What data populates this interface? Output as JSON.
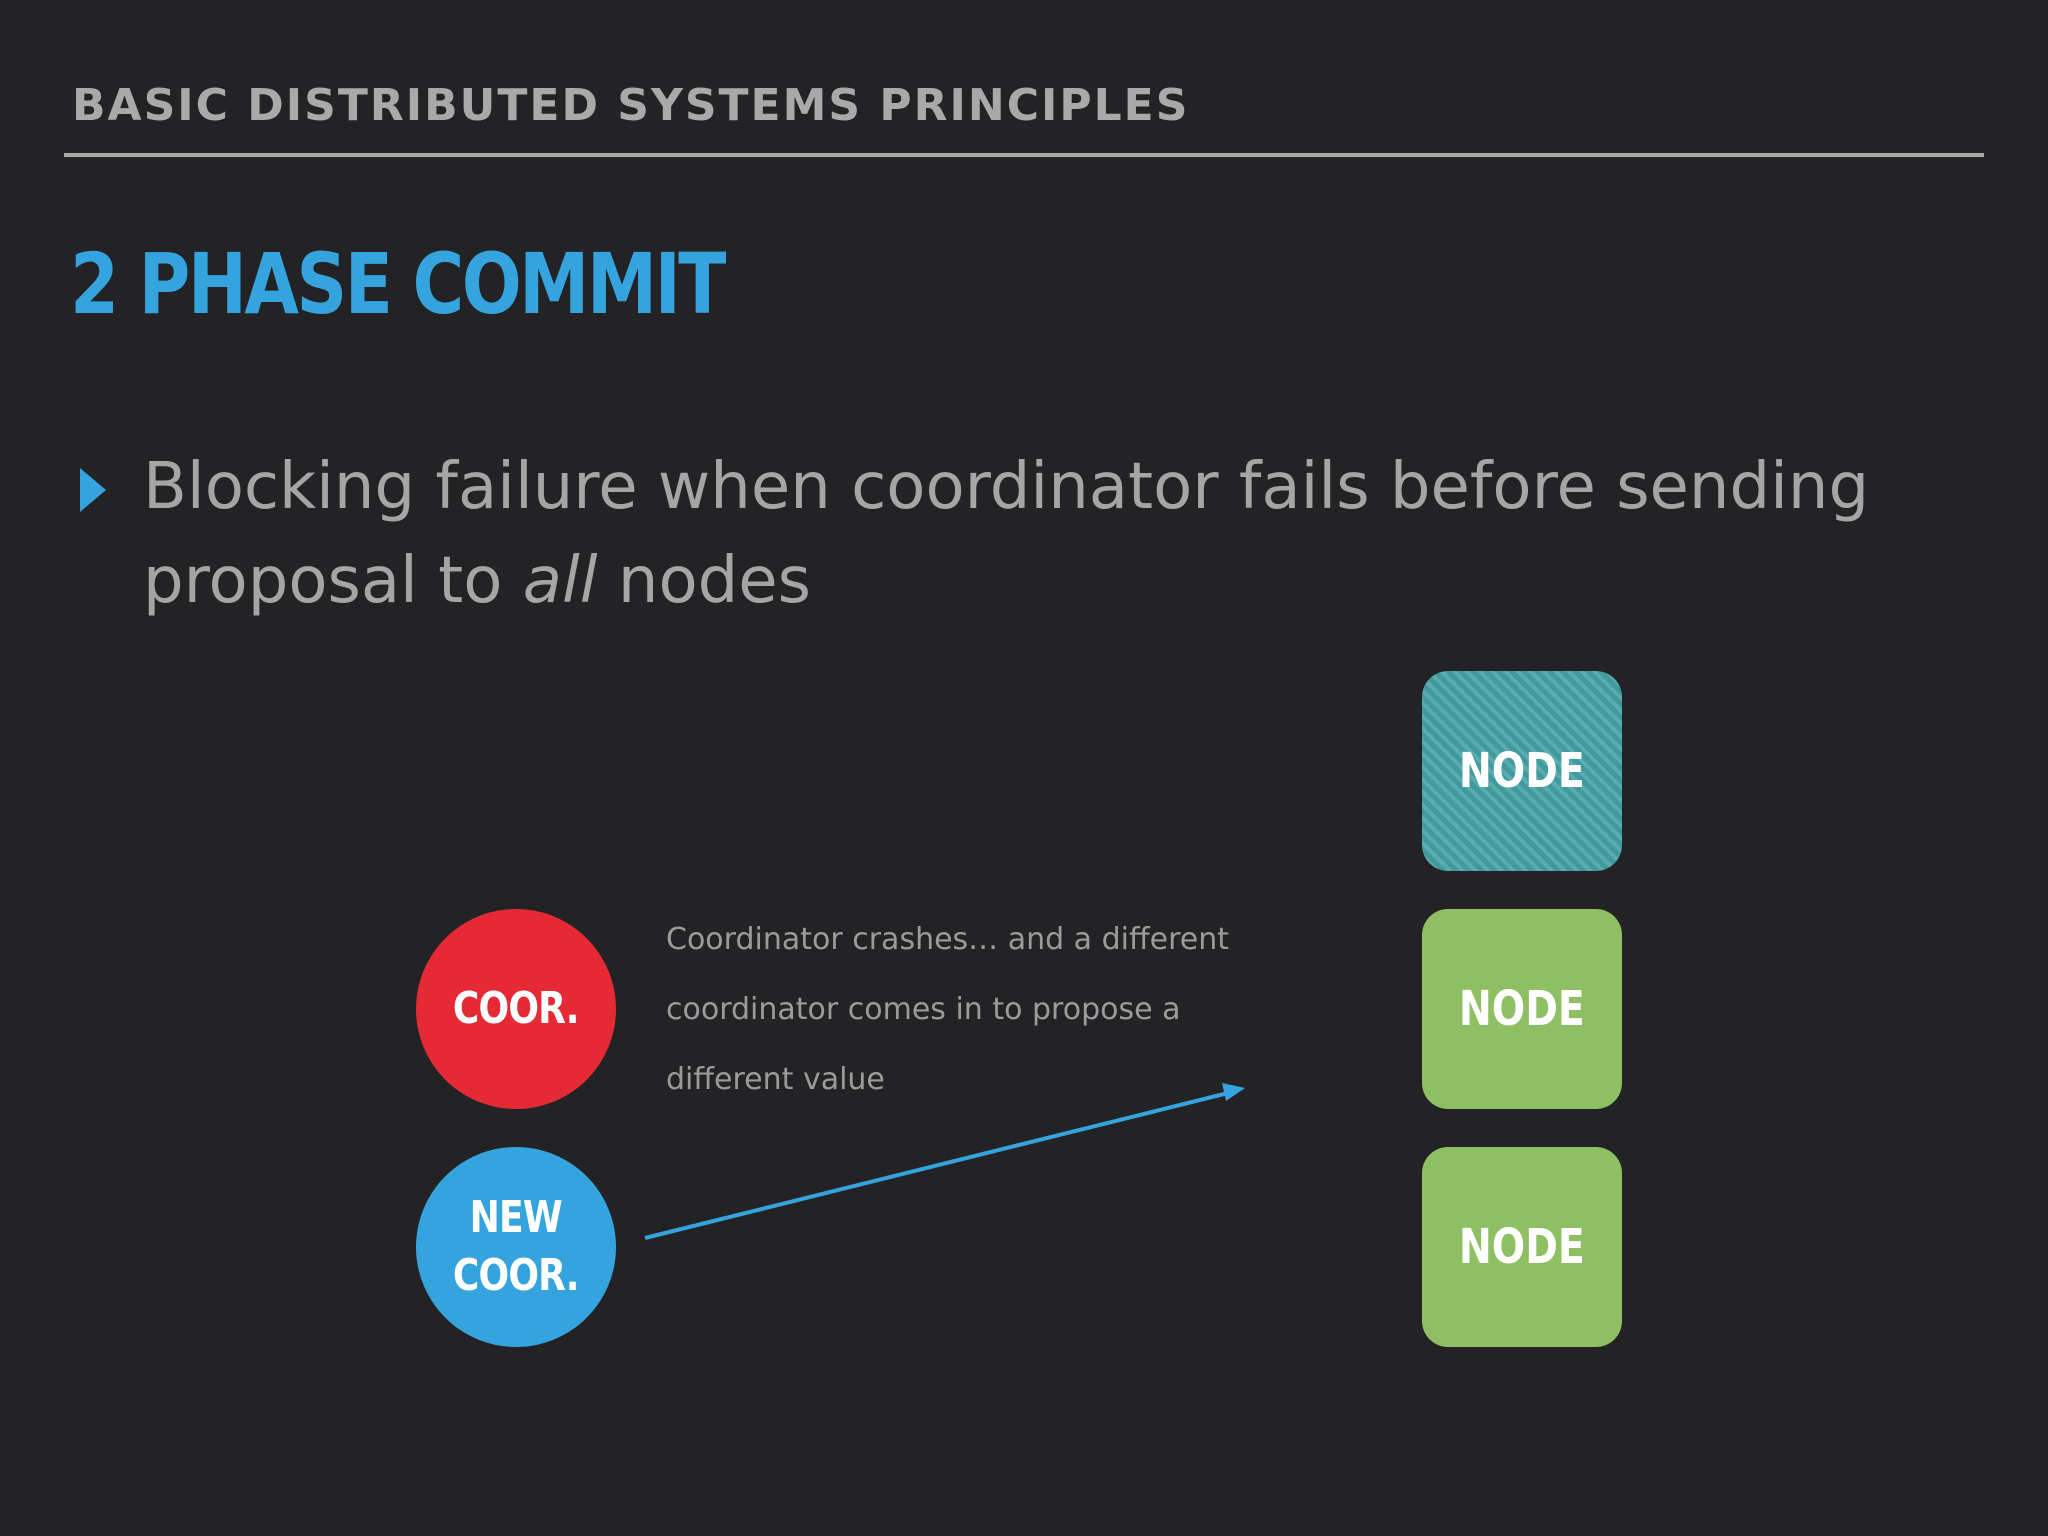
{
  "header": {
    "text": "BASIC DISTRIBUTED SYSTEMS PRINCIPLES"
  },
  "title": {
    "text": "2 PHASE COMMIT"
  },
  "bullet": {
    "line1": "Blocking failure when coordinator fails before sending",
    "line2_before": "proposal to ",
    "line2_emphasis": "all",
    "line2_after": " nodes"
  },
  "diagram": {
    "coordinator_label": "COOR.",
    "new_coordinator_line1": "NEW",
    "new_coordinator_line2": "COOR.",
    "nodes": [
      {
        "label": "NODE",
        "state": "hatched"
      },
      {
        "label": "NODE",
        "state": "normal"
      },
      {
        "label": "NODE",
        "state": "normal"
      }
    ],
    "annotation_lines": [
      "Coordinator crashes… and a different",
      "coordinator comes in to propose a",
      "different value"
    ],
    "colors": {
      "coordinator": "#e52a36",
      "new_coordinator": "#35a4de",
      "node_hatched": "#45a3a6",
      "node": "#8ebf63",
      "arrow": "#35a4de"
    }
  }
}
